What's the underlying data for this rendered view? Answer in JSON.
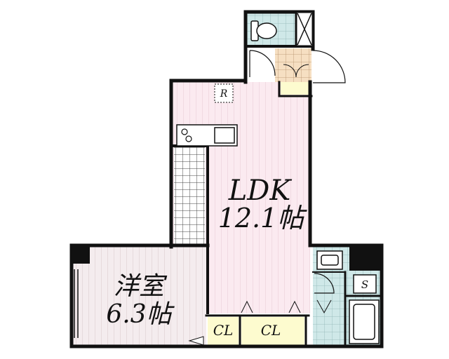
{
  "rooms": {
    "ldk": {
      "name": "LDK",
      "size": "12.1帖"
    },
    "western": {
      "name": "洋室",
      "size": "6.3帖"
    }
  },
  "closets": {
    "left": "CL",
    "right": "CL"
  },
  "marks": {
    "refrigerator": "R",
    "shoe_box": "S"
  },
  "colors": {
    "wall": "#111111",
    "ldk_floor": "#fbeaf0",
    "ldk_stripe": "#e7c9d3",
    "western_floor": "#f4ecee",
    "western_stripe": "#d9c7cb",
    "wet_area": "#cfe8e8",
    "entrance_tile": "#f6dfc2",
    "closet": "#fdfbcf",
    "tile_grid": "#666666"
  }
}
